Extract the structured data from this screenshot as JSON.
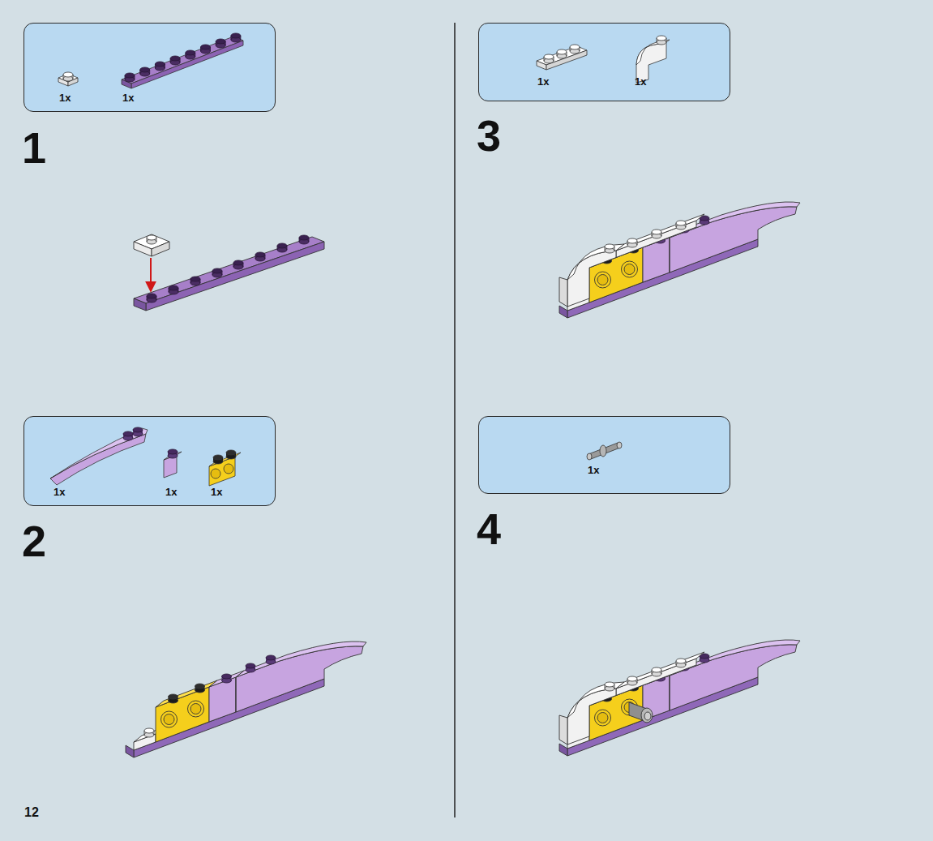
{
  "diagram": {
    "nodes": [
      {
        "text": [
          "1x",
          "1x"
        ]
      },
      {
        "text": [
          "1x",
          "1x",
          "1x"
        ]
      },
      {
        "text": [
          "1x",
          "1x"
        ]
      },
      {
        "text": [
          "1x"
        ]
      }
    ],
    "labels": [
      "1",
      "2",
      "3",
      "4",
      "12"
    ]
  }
}
